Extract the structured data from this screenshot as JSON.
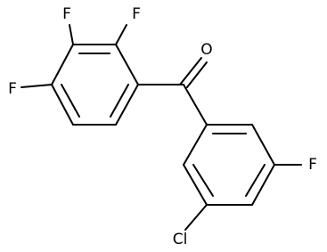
{
  "molecule": {
    "atoms": {
      "f_top_left": "F",
      "f_top_right": "F",
      "f_left": "F",
      "o_carbonyl": "O",
      "f_right": "F",
      "cl_bottom": "Cl"
    }
  },
  "colors": {
    "bond": "#000000",
    "label": "#000000",
    "background": "#ffffff"
  }
}
